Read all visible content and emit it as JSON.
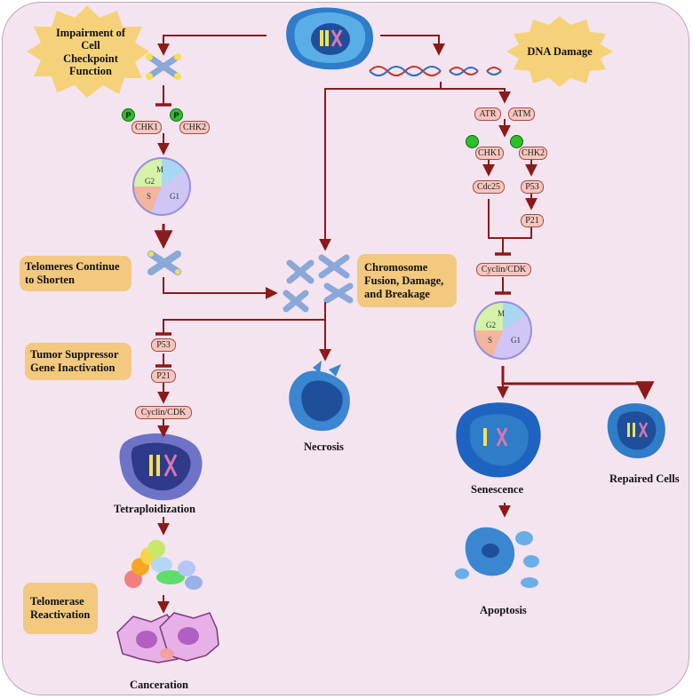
{
  "bursts": {
    "checkpoint": "Impairment of Cell Checkpoint Function",
    "dna_damage": "DNA Damage"
  },
  "boxes": {
    "telomeres": "Telomeres Continue to Shorten",
    "chromosome": "Chromosome Fusion, Damage, and Breakage",
    "tumor": "Tumor Suppressor Gene Inactivation",
    "telomerase": "Telomerase Reactivation"
  },
  "left_path": {
    "p": "P",
    "chk1": "CHK1",
    "chk2": "CHK2",
    "p53": "P53",
    "p21": "P21",
    "cyclin": "Cyclin/CDK"
  },
  "right_path": {
    "atr": "ATR",
    "atm": "ATM",
    "chk1": "CHK1",
    "chk2": "CHK2",
    "cdc25": "Cdc25",
    "p53": "P53",
    "p21": "P21",
    "cyclin": "Cyclin/CDK"
  },
  "cycle": {
    "m": "M",
    "g2": "G2",
    "s": "S",
    "g1": "G1"
  },
  "outcomes": {
    "necrosis": "Necrosis",
    "tetraploid": "Tetraploidization",
    "canceration": "Canceration",
    "senescence": "Senescence",
    "repaired": "Repaired Cells",
    "apoptosis": "Apoptosis"
  },
  "colors": {
    "background": "#f4e4f0",
    "arrow": "#8b1a1a",
    "label_box": "#f2c97e",
    "burst": "#f5d27a",
    "protein": "#f6c6bf",
    "phospho": "#2ac12a",
    "cell_blue": "#3a86d0"
  }
}
